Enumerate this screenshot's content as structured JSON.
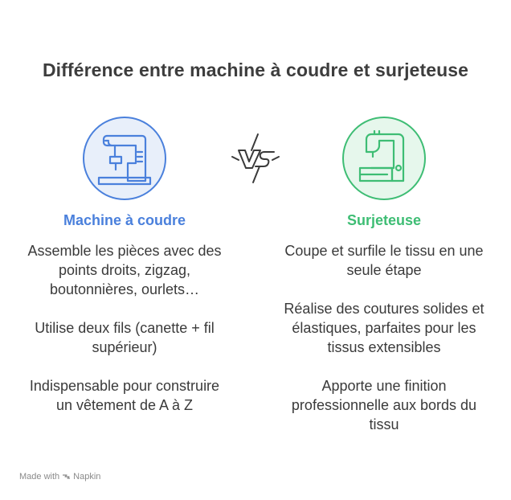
{
  "title": "Différence entre machine à coudre et surjeteuse",
  "left": {
    "heading": "Machine à coudre",
    "icon": "sewing-machine-icon",
    "color": "#4a80dc",
    "bg": "#e8effa",
    "items": [
      "Assemble les pièces avec des points droits, zigzag, boutonnières, ourlets…",
      "Utilise deux fils (canette + fil supérieur)",
      "Indispensable pour construire un vêtement de A à Z"
    ]
  },
  "right": {
    "heading": "Surjeteuse",
    "icon": "serger-icon",
    "color": "#3ebd74",
    "bg": "#e6f7ec",
    "items": [
      "Coupe et surfile le tissu en une seule étape",
      "Réalise des coutures solides et élastiques, parfaites pour les tissus extensibles",
      "Apporte une finition professionnelle aux bords du tissu"
    ]
  },
  "vs_label": "VS",
  "footer": {
    "made_with": "Made with",
    "brand": "Napkin"
  }
}
